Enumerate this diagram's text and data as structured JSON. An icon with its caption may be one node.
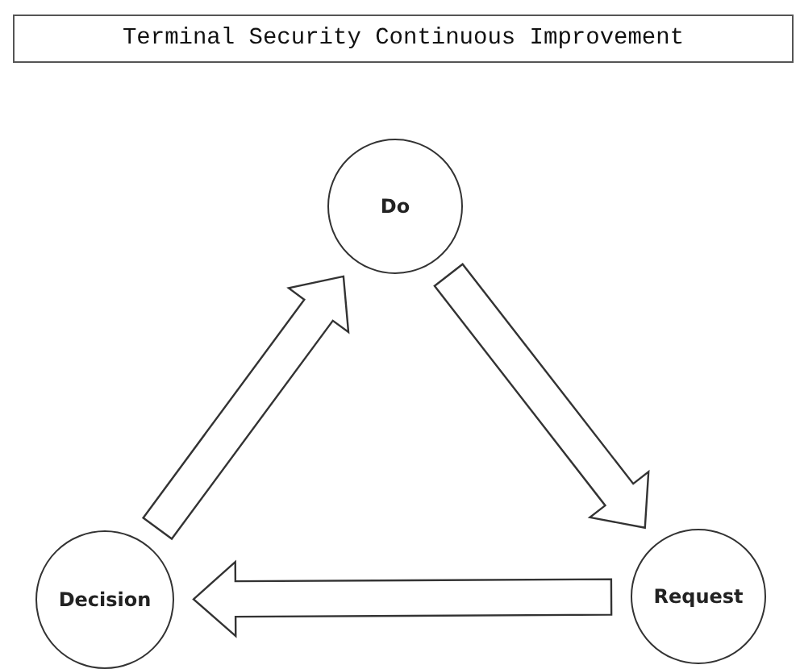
{
  "diagram": {
    "title": "Terminal Security Continuous Improvement",
    "nodes": [
      {
        "text": [
          "Do"
        ]
      },
      {
        "text": [
          "Request"
        ]
      },
      {
        "text": [
          "Decision"
        ]
      }
    ],
    "edges": [
      {
        "from": 0,
        "to": 1,
        "arrow": "to"
      },
      {
        "from": 1,
        "to": 2,
        "arrow": "to"
      },
      {
        "from": 2,
        "to": 0,
        "arrow": "to"
      }
    ]
  }
}
